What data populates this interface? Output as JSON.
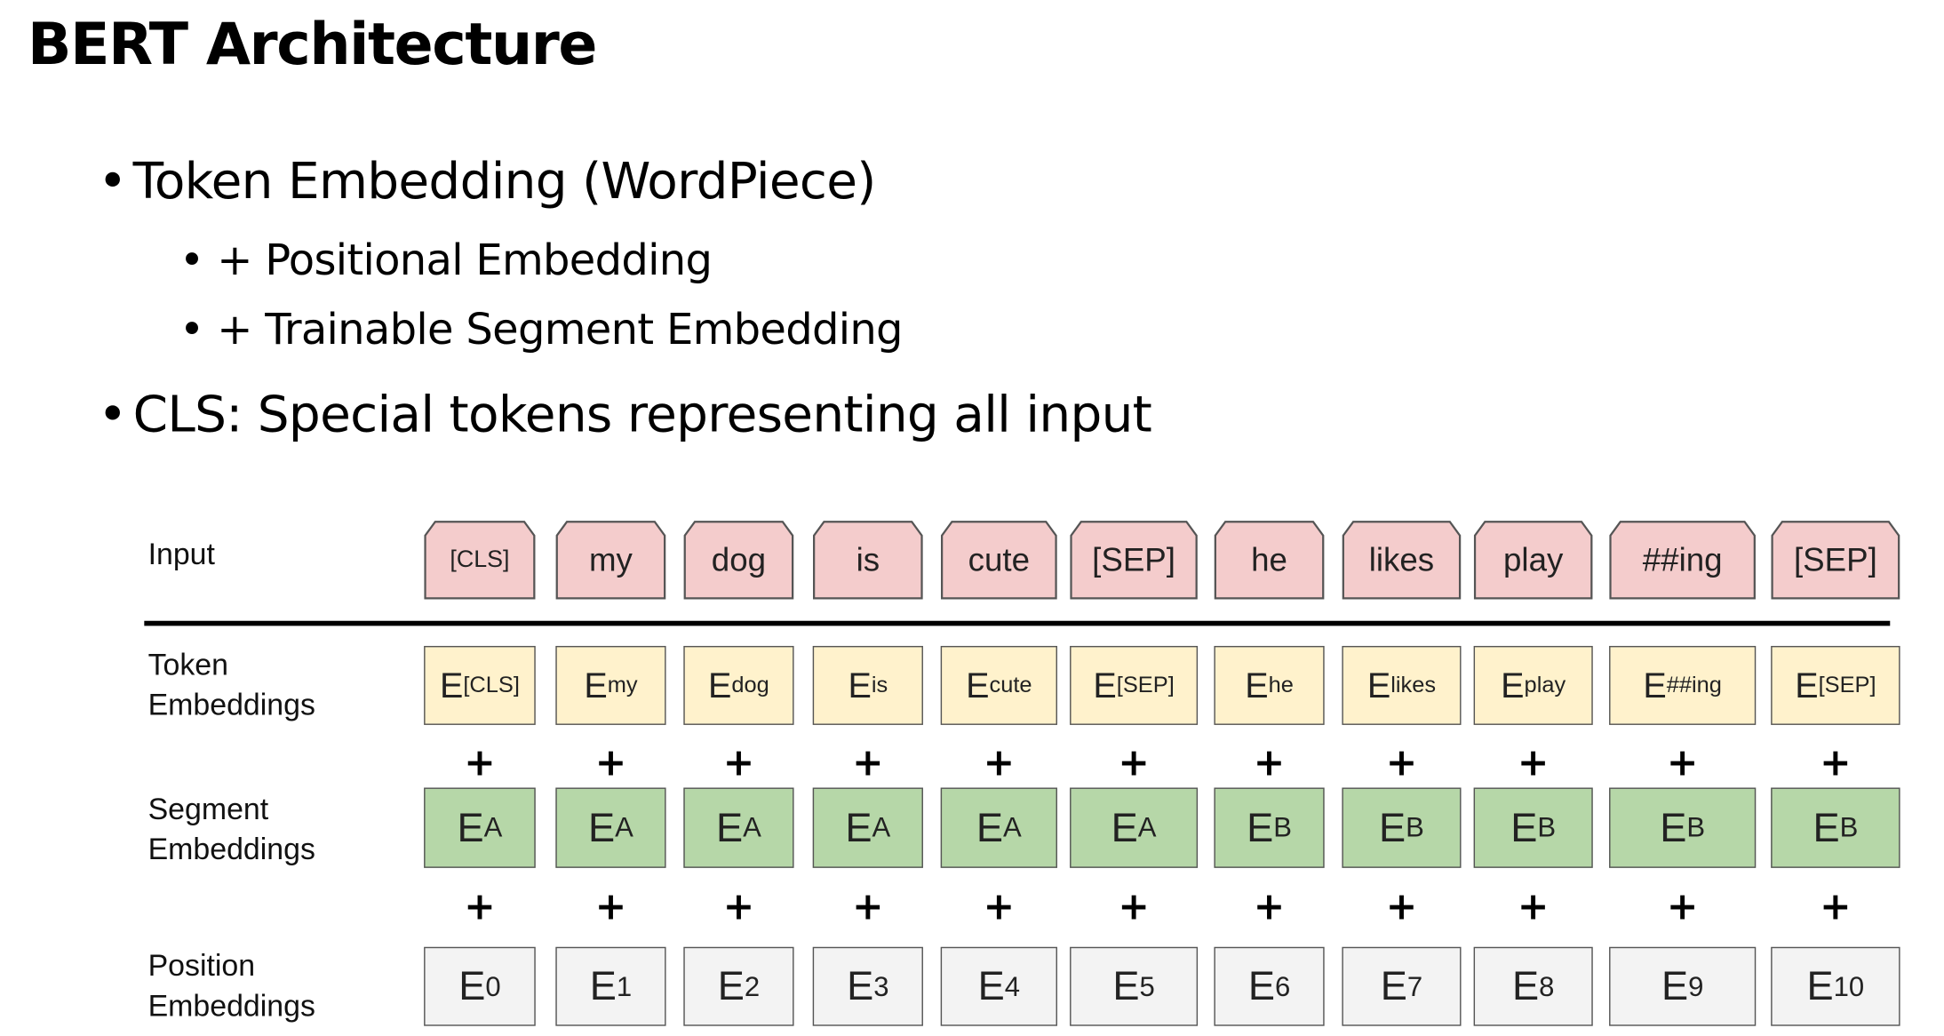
{
  "title": "BERT Architecture",
  "bullets": {
    "token_embedding": "Token Embedding (WordPiece)",
    "positional": "+ Positional Embedding",
    "segment": "+ Trainable Segment Embedding",
    "cls": "CLS: Special tokens representing all input"
  },
  "bullet_glyph": "•",
  "diagram": {
    "row_labels": {
      "input": "Input",
      "token": [
        "Token",
        "Embeddings"
      ],
      "segment": [
        "Segment",
        "Embeddings"
      ],
      "position": [
        "Position",
        "Embeddings"
      ]
    },
    "plus": "+",
    "embedding_base": "E",
    "inputs": [
      "[CLS]",
      "my",
      "dog",
      "is",
      "cute",
      "[SEP]",
      "he",
      "likes",
      "play",
      "##ing",
      "[SEP]"
    ],
    "token_subs": [
      "[CLS]",
      "my",
      "dog",
      "is",
      "cute",
      "[SEP]",
      "he",
      "likes",
      "play",
      "##ing",
      "[SEP]"
    ],
    "segment_subs": [
      "A",
      "A",
      "A",
      "A",
      "A",
      "A",
      "B",
      "B",
      "B",
      "B",
      "B"
    ],
    "position_subs": [
      "0",
      "1",
      "2",
      "3",
      "4",
      "5",
      "6",
      "7",
      "8",
      "9",
      "10"
    ],
    "colors": {
      "input": "#f4cccc",
      "token": "#fff2cc",
      "segment": "#b6d7a8",
      "position": "#f3f3f3",
      "border": "#555555"
    }
  }
}
